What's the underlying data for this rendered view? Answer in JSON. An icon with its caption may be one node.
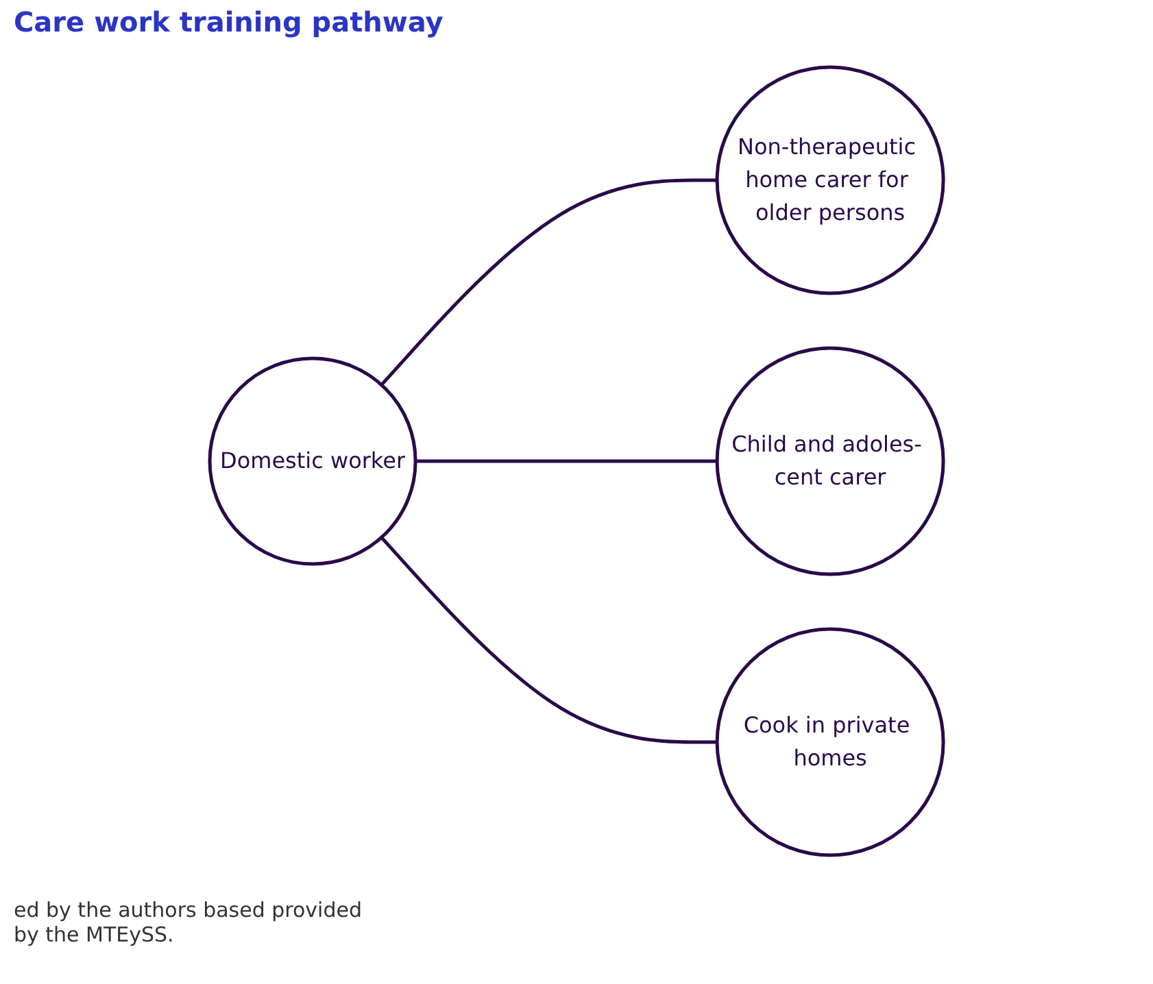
{
  "diagram": {
    "title": "Care work training pathway",
    "caption": "ed by the authors based provided by the MTEySS.",
    "nodes": [
      {
        "text": [
          "Non-therapeutic home carer for older persons"
        ]
      },
      {
        "text": [
          "Domestic worker"
        ]
      },
      {
        "text": [
          "Child and adoles- cent carer"
        ]
      },
      {
        "text": [
          "Cook in private homes"
        ]
      }
    ],
    "edges": [
      {
        "from": 1,
        "to": 0,
        "arrow": "none"
      },
      {
        "from": 1,
        "to": 2,
        "arrow": "none"
      },
      {
        "from": 1,
        "to": 3,
        "arrow": "none"
      }
    ]
  }
}
